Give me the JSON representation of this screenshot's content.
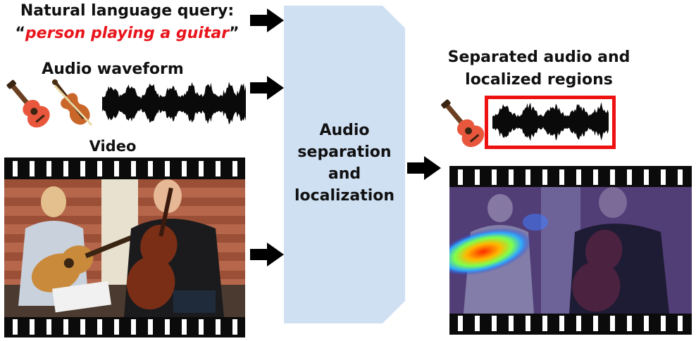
{
  "inputs": {
    "query_title": "Natural language query:",
    "query_open": "“",
    "query_text": "person playing a guitar",
    "query_close": "”",
    "waveform_label": "Audio waveform",
    "video_label": "Video"
  },
  "model": {
    "label_line1": "Audio",
    "label_line2": "separation",
    "label_line3": "and",
    "label_line4": "localization"
  },
  "output": {
    "title_line1": "Separated audio and",
    "title_line2": "localized regions"
  },
  "colors": {
    "query_highlight": "#e8141c",
    "model_block": "#cfe0f3",
    "output_box": "#ee1111",
    "arrow": "#000000"
  },
  "icons": {
    "guitar": "guitar-icon",
    "violin": "violin-icon",
    "arrow": "right-arrow-icon"
  }
}
